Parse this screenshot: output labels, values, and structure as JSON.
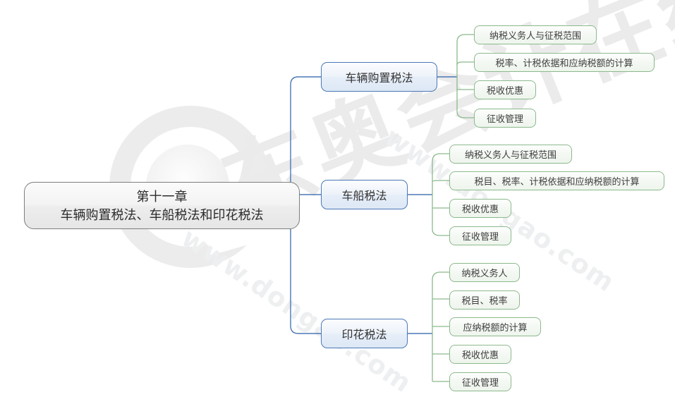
{
  "diagram": {
    "type": "mindmap",
    "title": "第十一章 车辆购置税法、车船税法和印花税法",
    "colors": {
      "root_border": "#7d7d7d",
      "branch_border": "#4a78b5",
      "leaf_border": "#8cb98c",
      "branch_connector": "#4a78b5",
      "leaf_connector": "#8cb98c",
      "background": "#ffffff",
      "watermark": "#ececec"
    },
    "root": {
      "line1": "第十一章",
      "line2": "车辆购置税法、车船税法和印花税法"
    },
    "branches": [
      {
        "label": "车辆购置税法",
        "leaves": [
          "纳税义务人与征税范围",
          "税率、计税依据和应纳税额的计算",
          "税收优惠",
          "征收管理"
        ]
      },
      {
        "label": "车船税法",
        "leaves": [
          "纳税义务人与征税范围",
          "税目、税率、计税依据和应纳税额的计算",
          "税收优惠",
          "征收管理"
        ]
      },
      {
        "label": "印花税法",
        "leaves": [
          "纳税义务人",
          "税目、税率",
          "应纳税额的计算",
          "税收优惠",
          "征收管理"
        ]
      }
    ]
  },
  "watermark": {
    "brand": "东奥会计在线",
    "url": "www.dongao.com"
  }
}
